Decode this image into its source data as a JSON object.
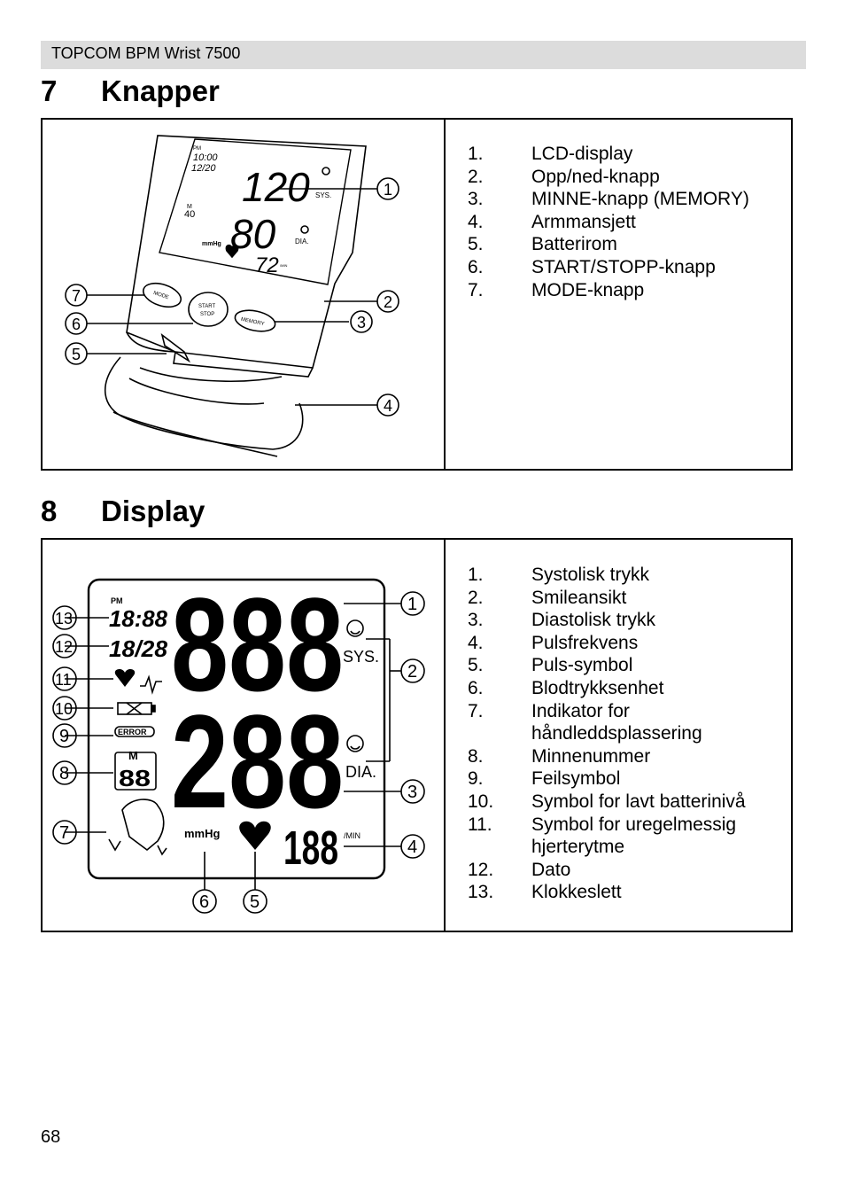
{
  "header": {
    "title": "TOPCOM BPM Wrist 7500"
  },
  "section7": {
    "number": "7",
    "title": "Knapper",
    "items": [
      {
        "n": "1.",
        "text": "LCD-display"
      },
      {
        "n": "2.",
        "text": "Opp/ned-knapp"
      },
      {
        "n": "3.",
        "text": "MINNE-knapp (MEMORY)"
      },
      {
        "n": "4.",
        "text": "Armmansjett"
      },
      {
        "n": "5.",
        "text": "Batterirom"
      },
      {
        "n": "6.",
        "text": "START/STOPP-knapp"
      },
      {
        "n": "7.",
        "text": "MODE-knapp"
      }
    ],
    "device": {
      "pm": "PM",
      "time": "10:00",
      "date": "12/20",
      "mem": "40",
      "mem_label": "M",
      "sys_value": "120",
      "dia_value": "80",
      "pulse_value": "72",
      "sys_label": "SYS.",
      "dia_label": "DIA.",
      "unit": "mmHg",
      "min": "/MIN",
      "btn_mode": "MODE",
      "btn_start": "START",
      "btn_stop": "STOP",
      "btn_memory": "MEMORY",
      "callouts": [
        "1",
        "2",
        "3",
        "4",
        "5",
        "6",
        "7"
      ]
    }
  },
  "section8": {
    "number": "8",
    "title": "Display",
    "items": [
      {
        "n": "1.",
        "text": "Systolisk trykk"
      },
      {
        "n": "2.",
        "text": "Smileansikt"
      },
      {
        "n": "3.",
        "text": "Diastolisk trykk"
      },
      {
        "n": "4.",
        "text": "Pulsfrekvens"
      },
      {
        "n": "5.",
        "text": "Puls-symbol"
      },
      {
        "n": "6.",
        "text": "Blodtrykksenhet"
      },
      {
        "n": "7.",
        "text": "Indikator for håndleddsplassering"
      },
      {
        "n": "8.",
        "text": "Minnenummer"
      },
      {
        "n": "9.",
        "text": "Feilsymbol"
      },
      {
        "n": "10.",
        "text": "Symbol for lavt batterinivå"
      },
      {
        "n": "11.",
        "text": "Symbol for uregelmessig hjerterytme"
      },
      {
        "n": "12.",
        "text": "Dato"
      },
      {
        "n": "13.",
        "text": "Klokkeslett"
      }
    ],
    "lcd": {
      "pm": "PM",
      "time": "18:88",
      "date": "18/28",
      "error": "ERROR",
      "mem_label": "M",
      "mem": "88",
      "sys_digits": "888",
      "dia_digits": "288",
      "pulse": "188",
      "sys_label": "SYS.",
      "dia_label": "DIA.",
      "unit": "mmHg",
      "min": "/MIN",
      "callouts": [
        "1",
        "2",
        "3",
        "4",
        "5",
        "6",
        "7",
        "8",
        "9",
        "10",
        "11",
        "12",
        "13"
      ]
    }
  },
  "page_number": "68"
}
